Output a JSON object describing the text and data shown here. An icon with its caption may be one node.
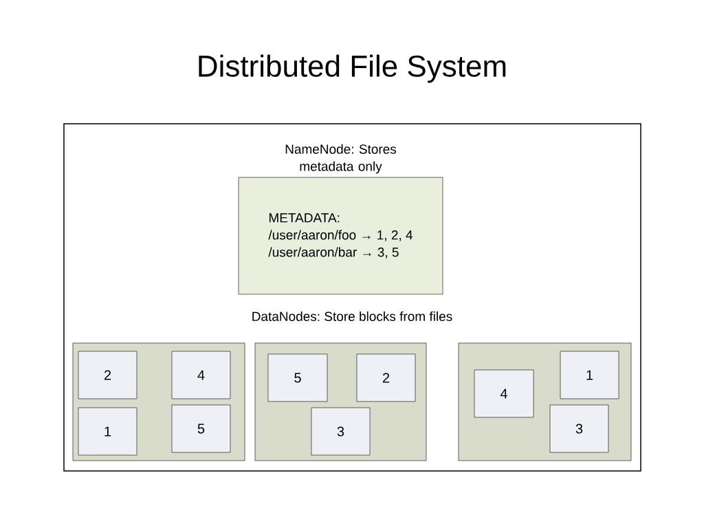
{
  "diagram": {
    "title": "Distributed File System",
    "nodes": [
      {
        "text": [],
        "shape": "box"
      },
      {
        "text": [
          "NameNode: Stores metadata only",
          "METADATA:",
          "/user/aaron/foo → 1, 2, 4",
          "/user/aaron/bar → 3, 5"
        ],
        "in": 0
      },
      {
        "text": [],
        "shape": "box",
        "in": 0
      },
      {
        "text": [],
        "shape": "box",
        "in": 0
      },
      {
        "text": [],
        "shape": "box",
        "in": 0
      },
      {
        "text": [
          "2"
        ],
        "in": 2
      },
      {
        "text": [
          "4"
        ],
        "in": 2
      },
      {
        "text": [
          "1"
        ],
        "in": 2
      },
      {
        "text": [
          "5"
        ],
        "in": 2
      },
      {
        "text": [
          "5"
        ],
        "in": 3
      },
      {
        "text": [
          "2"
        ],
        "in": 3
      },
      {
        "text": [
          "3"
        ],
        "in": 3
      },
      {
        "text": [
          "4"
        ],
        "in": 4
      },
      {
        "text": [
          "1"
        ],
        "in": 4
      },
      {
        "text": [
          "3"
        ],
        "in": 4
      }
    ],
    "edges": [],
    "labels": [
      "DataNodes: Store blocks from files"
    ]
  }
}
